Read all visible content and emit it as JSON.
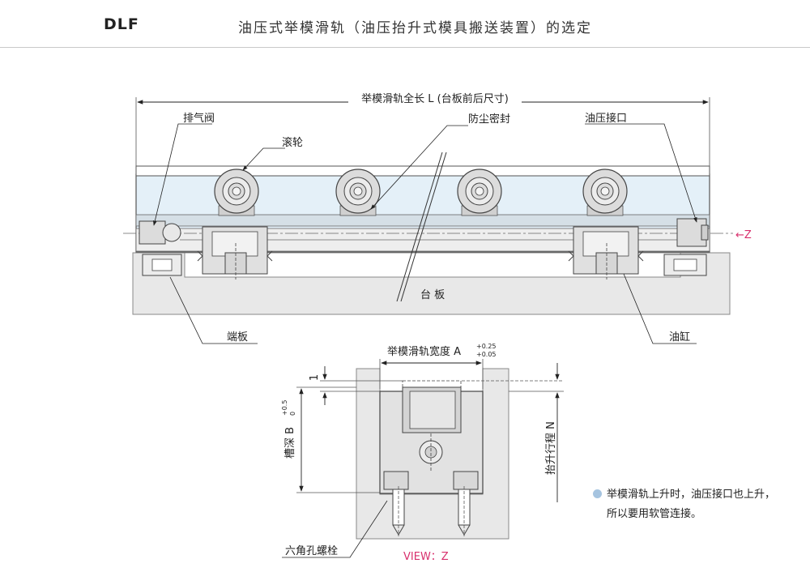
{
  "header": {
    "code": "DLF",
    "title": "油压式举模滑轨（油压抬升式模具搬送装置）的选定"
  },
  "diagram": {
    "overall_length_label": "举模滑轨全长 L (台板前后尺寸)",
    "exhaust_valve": "排气阀",
    "roller": "滚轮",
    "dust_seal": "防尘密封",
    "hydraulic_port": "油压接口",
    "z_arrow": "←Z",
    "platen": "台 板",
    "end_plate": "端板",
    "cylinder": "油缸",
    "width_label": "举模滑轨宽度 A",
    "width_tol_upper": "+0.25",
    "width_tol_lower": "+0.05",
    "dim_one": "1",
    "groove_depth_label": "槽深 B",
    "groove_tol_upper": "+0.5",
    "groove_tol_lower": "0",
    "lift_stroke_label": "抬升行程 N",
    "hex_bolt": "六角孔螺栓",
    "view_label": "VIEW：Z"
  },
  "note": {
    "line1": "举模滑轨上升时，油压接口也上升，",
    "line2": "所以要用软管连接。"
  },
  "colors": {
    "rail_fill": "#e4f0f8",
    "steel_fill": "#e2e2e2",
    "platen_fill": "#e8e8e8",
    "accent": "#d8306d",
    "bullet": "#a6c4e0"
  }
}
